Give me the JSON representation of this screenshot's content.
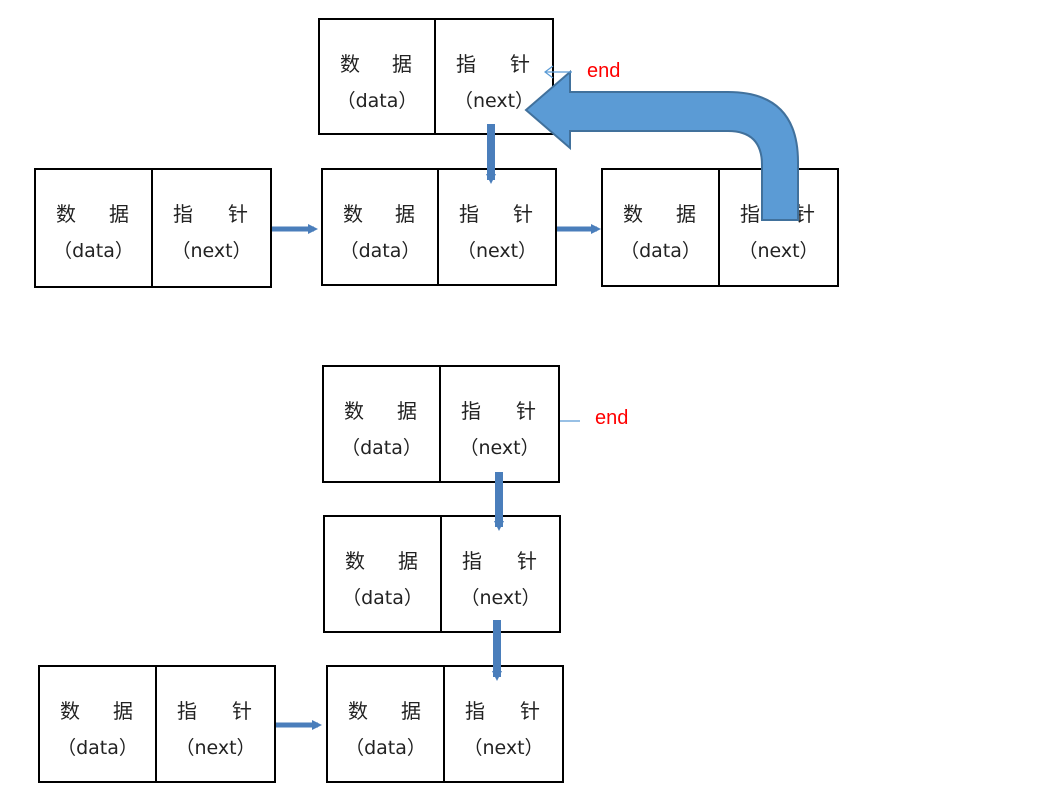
{
  "node": {
    "data_char1": "数",
    "data_char2": "据",
    "data_sub": "（data）",
    "ptr_char1": "指",
    "ptr_char2": "针",
    "ptr_sub": "（next）"
  },
  "end_label": "end",
  "colors": {
    "arrow": "#4a7ebb",
    "curved_arrow_fill": "#5b9bd5",
    "end_text": "#ff0000"
  }
}
